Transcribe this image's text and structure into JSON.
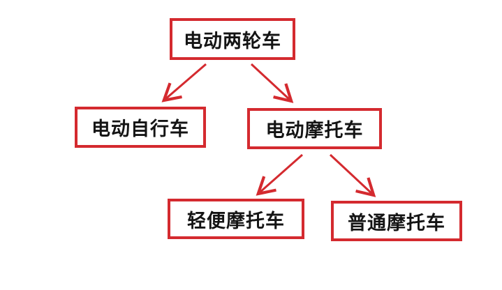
{
  "diagram": {
    "colors": {
      "border": "#d42a2f",
      "arrow": "#d42a2f",
      "text": "#141414",
      "background": "#ffffff"
    },
    "nodes": {
      "root": "电动两轮车",
      "bicycle": "电动自行车",
      "motorcycle": "电动摩托车",
      "light_motorcycle": "轻便摩托车",
      "standard_motorcycle": "普通摩托车"
    },
    "edges": [
      {
        "from": "root",
        "to": "bicycle"
      },
      {
        "from": "root",
        "to": "motorcycle"
      },
      {
        "from": "motorcycle",
        "to": "light_motorcycle"
      },
      {
        "from": "motorcycle",
        "to": "standard_motorcycle"
      }
    ]
  }
}
